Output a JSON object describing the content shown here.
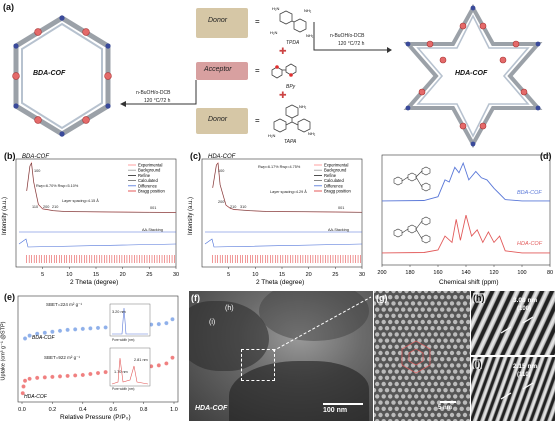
{
  "panels": {
    "a": {
      "label": "(a)",
      "left_cof": "BDA-COF",
      "right_cof": "HDA-COF",
      "donor_label": "Donor",
      "acceptor_label": "Acceptor",
      "tpda": "TPDA",
      "bpy": "BPy",
      "tapa": "TAPA",
      "equals": "=",
      "plus": "✚",
      "cond_top_1": "n-BuOH/o-DCB",
      "cond_top_2": "120 °C/72 h",
      "cond_bot_1": "n-BuOH/o-DCB",
      "cond_bot_2": "120 °C/72 h"
    },
    "b": {
      "label": "(b)",
      "title": "BDA-COF",
      "rwp": "Rwp=6.70%  Rwp=5.10%",
      "layer": "Layer spacing=4.15 Å",
      "peak100": "100",
      "peak110": "110",
      "peak200": "200",
      "peak210": "210",
      "peak001": "001",
      "stack": "AA-Stacking",
      "ylabel": "Intensity (a.u.)",
      "xlabel": "2 Theta (degree)"
    },
    "c": {
      "label": "(c)",
      "title": "HDA-COF",
      "rwp": "Rwp=6.17%  Rwp=4.75%",
      "layer": "Layer spacing=4.29 Å",
      "peak100": "100",
      "peak200": "200",
      "peak210": "210",
      "peak310": "310",
      "peak001": "001",
      "stack": "AA-Stacking",
      "ylabel": "Intensity (a.u.)",
      "xlabel": "2 Theta (degree)"
    },
    "d": {
      "label": "(d)",
      "top": "BDA-COF",
      "bottom": "HDA-COF",
      "xlabel": "Chemical shift (ppm)"
    },
    "e": {
      "label": "(e)",
      "ylabel": "Uptake (cm³ g⁻¹ @STP)",
      "xlabel": "Relative Pressure (P/P₀)",
      "bda": "BDA-COF",
      "hda": "HDA-COF",
      "sbet_top": "SBET=224 m² g⁻¹",
      "sbet_bot": "SBET=922 m² g⁻¹",
      "pore_top": "3.20 nm",
      "pore_bot1": "1.70 nm",
      "pore_bot2": "2.81 nm",
      "pore_axis": "Pore width (nm)"
    },
    "f": {
      "label": "(f)",
      "h": "(h)",
      "i": "(i)",
      "name": "HDA-COF",
      "scale": "100 nm"
    },
    "g": {
      "label": "(g)",
      "scale": "5 nm"
    },
    "h": {
      "label": "(h)",
      "dist": "3.08 nm",
      "plane": "(100)"
    },
    "i": {
      "label": "(i)",
      "dist": "2.15 nm",
      "plane": "(110)"
    }
  },
  "legend": [
    "Experimental",
    "Background",
    "Refine",
    "Calculated",
    "Difference",
    "Bragg position"
  ],
  "legend_colors": [
    "#ff8a8a",
    "#9a9a9a",
    "#222222",
    "#6a6a6a",
    "#4a6fd8",
    "#e03030"
  ],
  "chart_data": [
    {
      "type": "line",
      "title": "BDA-COF",
      "xlabel": "2 Theta (degree)",
      "ylabel": "Intensity (a.u.)",
      "xlim": [
        0,
        30
      ],
      "x_ticks": [
        5,
        10,
        15,
        20,
        25,
        30
      ],
      "series": [
        {
          "name": "Experimental",
          "x": [
            2.0,
            2.6,
            2.9,
            3.3,
            4.2,
            5.0,
            5.8,
            7.0,
            9.0,
            12.0,
            18.0,
            25.0,
            30.0
          ],
          "y": [
            0.55,
            0.95,
            1.0,
            0.7,
            0.33,
            0.26,
            0.25,
            0.23,
            0.22,
            0.215,
            0.21,
            0.205,
            0.2
          ]
        }
      ]
    },
    {
      "type": "line",
      "title": "HDA-COF",
      "xlabel": "2 Theta (degree)",
      "ylabel": "Intensity (a.u.)",
      "xlim": [
        0,
        30
      ],
      "x_ticks": [
        5,
        10,
        15,
        20,
        25,
        30
      ],
      "series": [
        {
          "name": "Experimental",
          "x": [
            2.0,
            2.7,
            3.0,
            3.4,
            4.5,
            5.3,
            6.0,
            7.5,
            9.0,
            12.0,
            18.0,
            25.0,
            30.0
          ],
          "y": [
            0.6,
            0.97,
            1.0,
            0.65,
            0.32,
            0.27,
            0.25,
            0.24,
            0.23,
            0.22,
            0.215,
            0.21,
            0.205
          ]
        }
      ]
    },
    {
      "type": "line",
      "xlabel": "Chemical shift (ppm)",
      "xlim": [
        200,
        80
      ],
      "x_ticks": [
        200,
        180,
        160,
        140,
        120,
        100,
        80
      ],
      "series": [
        {
          "name": "BDA-COF",
          "color": "#5a78d8",
          "x": [
            200,
            170,
            160,
            155,
            152,
            148,
            145,
            142,
            138,
            133,
            129,
            125,
            120,
            117,
            112,
            100,
            80
          ],
          "y": [
            0.05,
            0.06,
            0.15,
            0.55,
            0.5,
            0.85,
            0.72,
            0.95,
            0.55,
            0.75,
            0.6,
            0.55,
            0.35,
            0.25,
            0.08,
            0.05,
            0.05
          ]
        },
        {
          "name": "HDA-COF",
          "color": "#e25a5a",
          "x": [
            200,
            170,
            160,
            155,
            150,
            147,
            144,
            140,
            136,
            132,
            128,
            124,
            120,
            116,
            112,
            100,
            80
          ],
          "y": [
            0.05,
            0.06,
            0.12,
            0.45,
            0.3,
            0.85,
            0.35,
            0.95,
            0.45,
            0.6,
            0.3,
            0.55,
            0.3,
            0.45,
            0.1,
            0.05,
            0.05
          ]
        }
      ]
    },
    {
      "type": "scatter",
      "xlabel": "Relative Pressure (P/P₀)",
      "ylabel": "Uptake (cm³ g⁻¹ @STP)",
      "xlim": [
        0,
        1.0
      ],
      "x_ticks": [
        0.0,
        0.2,
        0.4,
        0.6,
        0.8,
        1.0
      ],
      "series": [
        {
          "name": "BDA-COF",
          "color": "#8fb0ea",
          "x": [
            0.02,
            0.05,
            0.1,
            0.15,
            0.2,
            0.25,
            0.3,
            0.35,
            0.4,
            0.45,
            0.5,
            0.55,
            0.6,
            0.65,
            0.7,
            0.75,
            0.8,
            0.85,
            0.9,
            0.95,
            0.99
          ],
          "y": [
            0.62,
            0.65,
            0.67,
            0.68,
            0.69,
            0.7,
            0.71,
            0.715,
            0.72,
            0.725,
            0.73,
            0.735,
            0.74,
            0.745,
            0.75,
            0.755,
            0.76,
            0.765,
            0.77,
            0.78,
            0.82
          ]
        },
        {
          "name": "HDA-COF",
          "color": "#f08080",
          "x": [
            0.005,
            0.01,
            0.02,
            0.05,
            0.1,
            0.15,
            0.2,
            0.25,
            0.3,
            0.35,
            0.4,
            0.45,
            0.5,
            0.55,
            0.6,
            0.65,
            0.7,
            0.75,
            0.8,
            0.85,
            0.9,
            0.95,
            0.99
          ],
          "y": [
            0.05,
            0.12,
            0.18,
            0.2,
            0.21,
            0.215,
            0.22,
            0.225,
            0.23,
            0.235,
            0.24,
            0.25,
            0.26,
            0.27,
            0.28,
            0.29,
            0.3,
            0.31,
            0.32,
            0.33,
            0.34,
            0.36,
            0.42
          ]
        }
      ]
    }
  ]
}
